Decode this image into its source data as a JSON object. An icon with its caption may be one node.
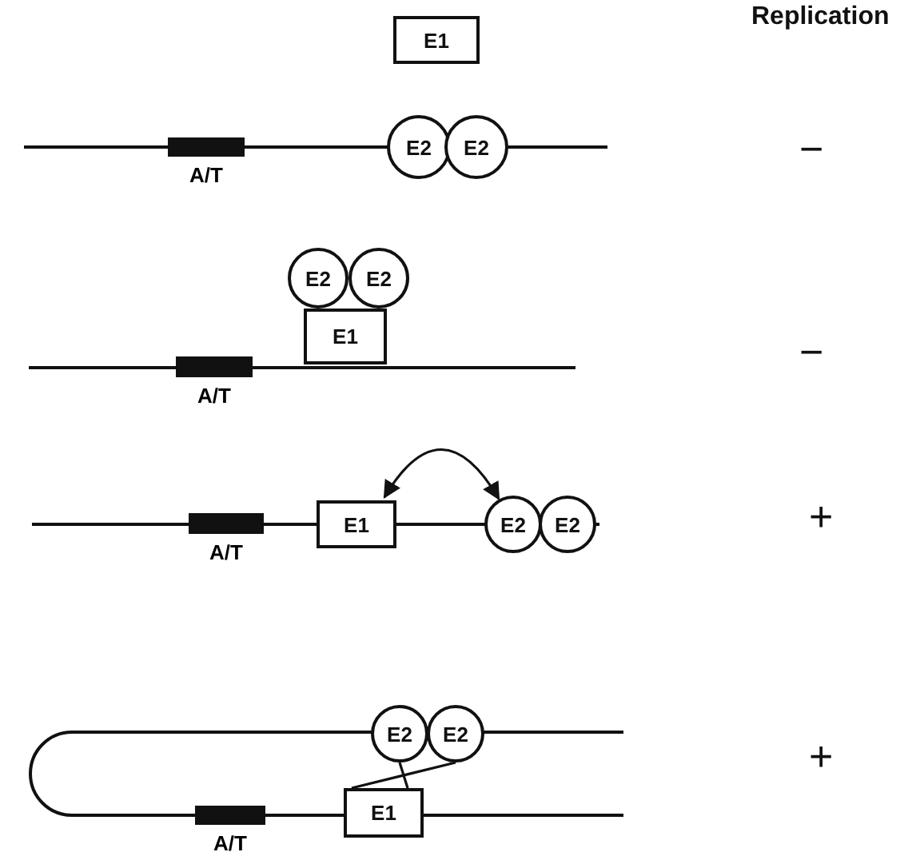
{
  "diagram": {
    "nodes": [
      {
        "text": [
          "E1"
        ]
      },
      {
        "text": [
          "A/T"
        ]
      },
      {
        "text": [
          "E2"
        ]
      },
      {
        "text": [
          "E2"
        ]
      },
      {
        "text": [
          "E2"
        ]
      },
      {
        "text": [
          "E2"
        ]
      },
      {
        "text": [
          "E1"
        ]
      },
      {
        "text": [
          "A/T"
        ]
      },
      {
        "text": [
          "A/T"
        ]
      },
      {
        "text": [
          "E1"
        ]
      },
      {
        "text": [
          "E2"
        ]
      },
      {
        "text": [
          "E2"
        ]
      },
      {
        "text": [
          "E2"
        ]
      },
      {
        "text": [
          "E2"
        ]
      },
      {
        "text": [
          "A/T"
        ]
      },
      {
        "text": [
          "E1"
        ]
      }
    ],
    "edges": [
      {
        "from": 9,
        "to": 10,
        "arrow": "both"
      },
      {
        "from": 12,
        "to": 15,
        "arrow": "none"
      },
      {
        "from": 13,
        "to": 15,
        "arrow": "none"
      }
    ],
    "labels": [
      "Replication",
      "−",
      "−",
      "+",
      "+"
    ]
  }
}
